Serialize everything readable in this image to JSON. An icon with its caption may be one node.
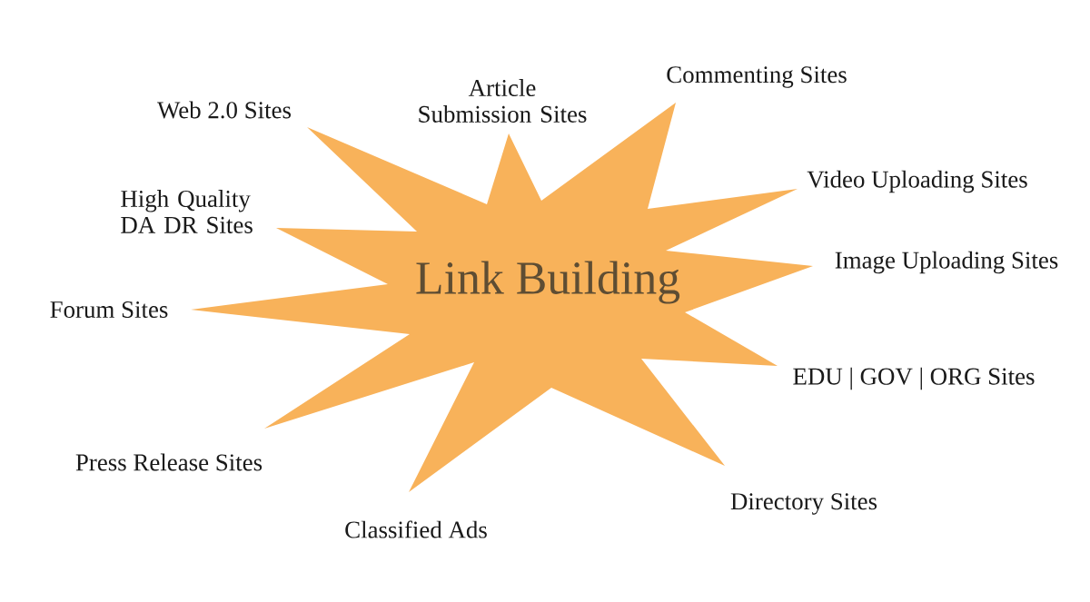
{
  "diagram": {
    "nodes": [
      {
        "text": [
          "Link Building"
        ]
      }
    ],
    "labels": [
      "Web 2.0 Sites",
      "Article Submission Sites",
      "Commenting Sites",
      "Video Uploading Sites",
      "Image Uploading Sites",
      "EDU | GOV | ORG Sites",
      "Directory Sites",
      "Classified Ads",
      "Press Release Sites",
      "Forum Sites",
      "High Quality DA DR Sites"
    ]
  }
}
